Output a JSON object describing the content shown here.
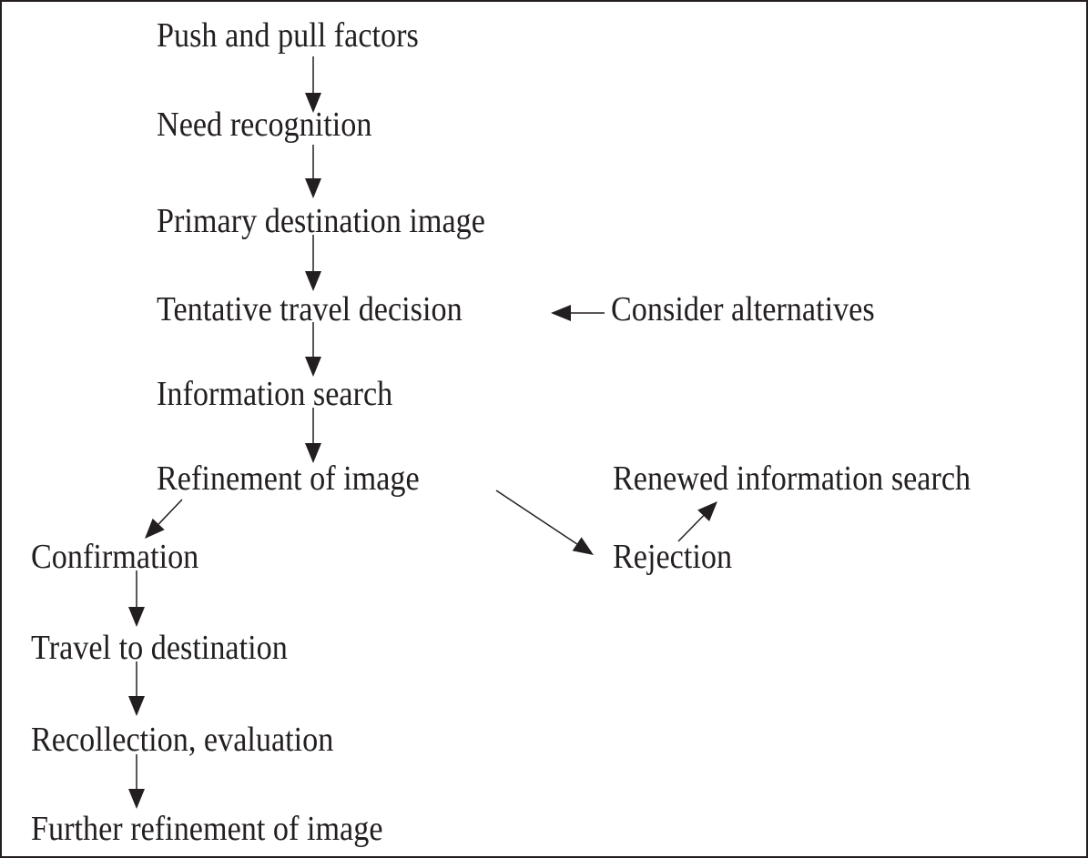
{
  "diagram": {
    "type": "flowchart",
    "colors": {
      "ink": "#231f20",
      "background": "#ffffff",
      "border": "#231f20"
    },
    "nodes": [
      {
        "id": "push-pull",
        "label": "Push and pull factors"
      },
      {
        "id": "need",
        "label": "Need recognition"
      },
      {
        "id": "primary-image",
        "label": "Primary destination image"
      },
      {
        "id": "tentative",
        "label": "Tentative travel decision"
      },
      {
        "id": "alternatives",
        "label": "Consider alternatives"
      },
      {
        "id": "info-search",
        "label": "Information search"
      },
      {
        "id": "refinement",
        "label": "Refinement of image"
      },
      {
        "id": "renewed",
        "label": "Renewed information search"
      },
      {
        "id": "confirmation",
        "label": "Confirmation"
      },
      {
        "id": "rejection",
        "label": "Rejection"
      },
      {
        "id": "travel",
        "label": "Travel to destination"
      },
      {
        "id": "recollection",
        "label": "Recollection, evaluation"
      },
      {
        "id": "further",
        "label": "Further refinement of image"
      }
    ],
    "edges": [
      {
        "from": "push-pull",
        "to": "need"
      },
      {
        "from": "need",
        "to": "primary-image"
      },
      {
        "from": "primary-image",
        "to": "tentative"
      },
      {
        "from": "alternatives",
        "to": "tentative"
      },
      {
        "from": "tentative",
        "to": "info-search"
      },
      {
        "from": "info-search",
        "to": "refinement"
      },
      {
        "from": "refinement",
        "to": "confirmation"
      },
      {
        "from": "refinement",
        "to": "rejection"
      },
      {
        "from": "rejection",
        "to": "renewed"
      },
      {
        "from": "confirmation",
        "to": "travel"
      },
      {
        "from": "travel",
        "to": "recollection"
      },
      {
        "from": "recollection",
        "to": "further"
      }
    ]
  }
}
